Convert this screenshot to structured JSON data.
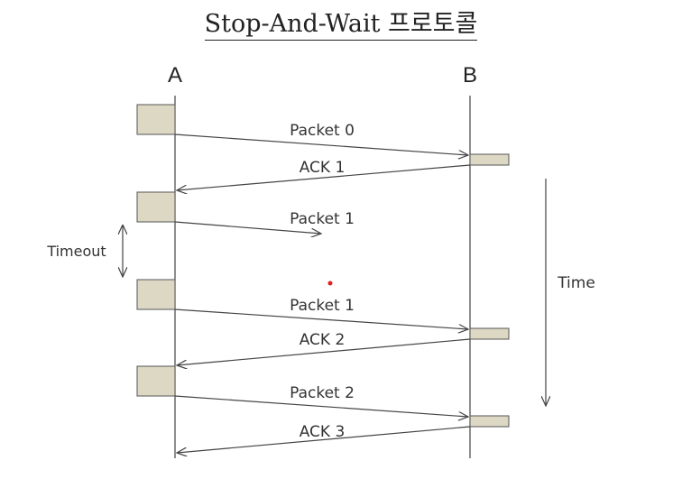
{
  "diagram": {
    "title": "Stop-And-Wait 프로토콜",
    "nodes": {
      "a": "A",
      "b": "B"
    },
    "messages": {
      "packet0": "Packet 0",
      "ack1": "ACK 1",
      "packet1_lost": "Packet 1",
      "packet1": "Packet 1",
      "ack2": "ACK 2",
      "packet2": "Packet 2",
      "ack3": "ACK 3"
    },
    "timeout_label": "Timeout",
    "time_label": "Time",
    "colors": {
      "box_fill": "#ddd8c4",
      "line": "#444444",
      "dot": "#e02020"
    }
  }
}
